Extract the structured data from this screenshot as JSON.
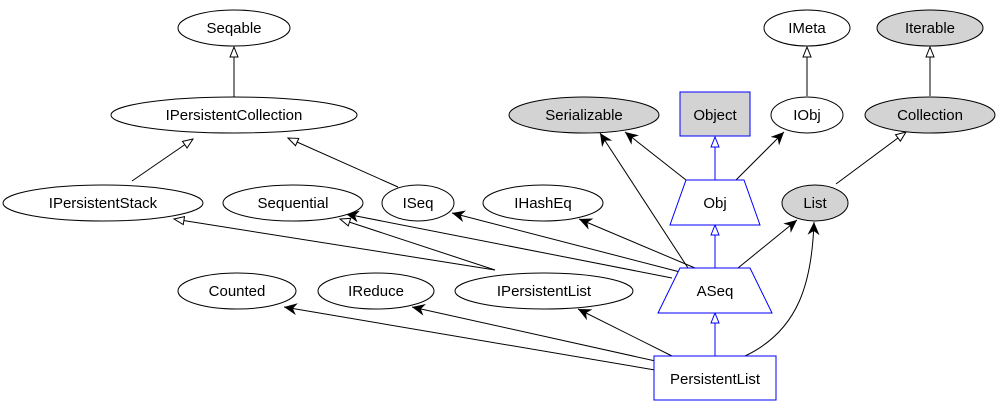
{
  "colors": {
    "stroke": "#000000",
    "class_stroke": "#0000ff",
    "gray_fill": "#d3d3d3",
    "white_fill": "#ffffff"
  },
  "nodes": {
    "seqable": "Seqable",
    "ipersistentcollection": "IPersistentCollection",
    "ipersistentstack": "IPersistentStack",
    "sequential": "Sequential",
    "iseq": "ISeq",
    "ihasheq": "IHashEq",
    "counted": "Counted",
    "ireduce": "IReduce",
    "ipersistentlist": "IPersistentList",
    "serializable": "Serializable",
    "object": "Object",
    "imeta": "IMeta",
    "iobj": "IObj",
    "iterable": "Iterable",
    "collection": "Collection",
    "obj": "Obj",
    "list": "List",
    "aseq": "ASeq",
    "persistentlist": "PersistentList"
  }
}
